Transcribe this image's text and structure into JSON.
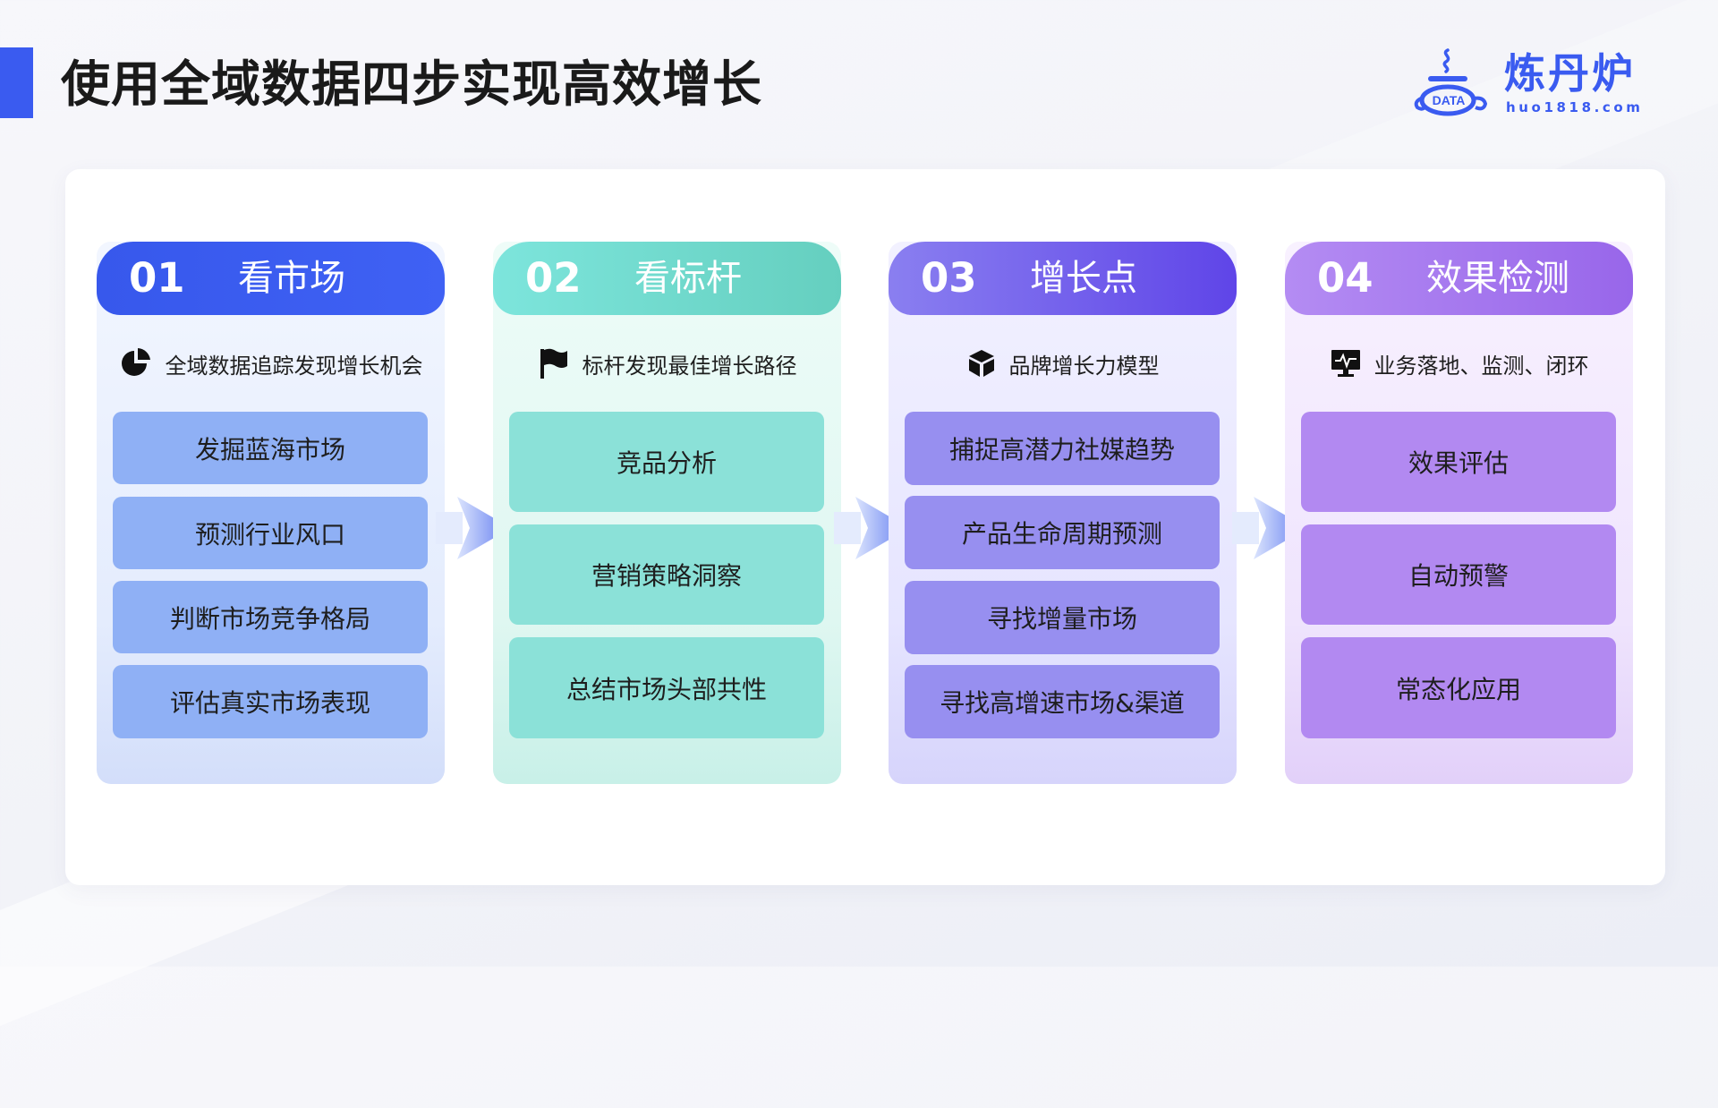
{
  "page": {
    "title": "使用全域数据四步实现高效增长"
  },
  "logo": {
    "name": "炼丹炉",
    "url": "huo1818.com",
    "badge": "DATA"
  },
  "steps": [
    {
      "number": "01",
      "title": "看市场",
      "icon": "pie-chart-icon",
      "subtitle": "全域数据追踪发现增长机会",
      "color": "#3a5bf0",
      "items": [
        "发掘蓝海市场",
        "预测行业风口",
        "判断市场竞争格局",
        "评估真实市场表现"
      ]
    },
    {
      "number": "02",
      "title": "看标杆",
      "icon": "flag-icon",
      "subtitle": "标杆发现最佳增长路径",
      "color": "#6fd9cc",
      "items": [
        "竞品分析",
        "营销策略洞察",
        "总结市场头部共性"
      ]
    },
    {
      "number": "03",
      "title": "增长点",
      "icon": "cube-icon",
      "subtitle": "品牌增长力模型",
      "color": "#6a55ea",
      "items": [
        "捕捉高潜力社媒趋势",
        "产品生命周期预测",
        "寻找增量市场",
        "寻找高增速市场&渠道"
      ]
    },
    {
      "number": "04",
      "title": "效果检测",
      "icon": "monitor-pulse-icon",
      "subtitle": "业务落地、监测、闭环",
      "color": "#a47aee",
      "items": [
        "效果评估",
        "自动预警",
        "常态化应用"
      ]
    }
  ]
}
